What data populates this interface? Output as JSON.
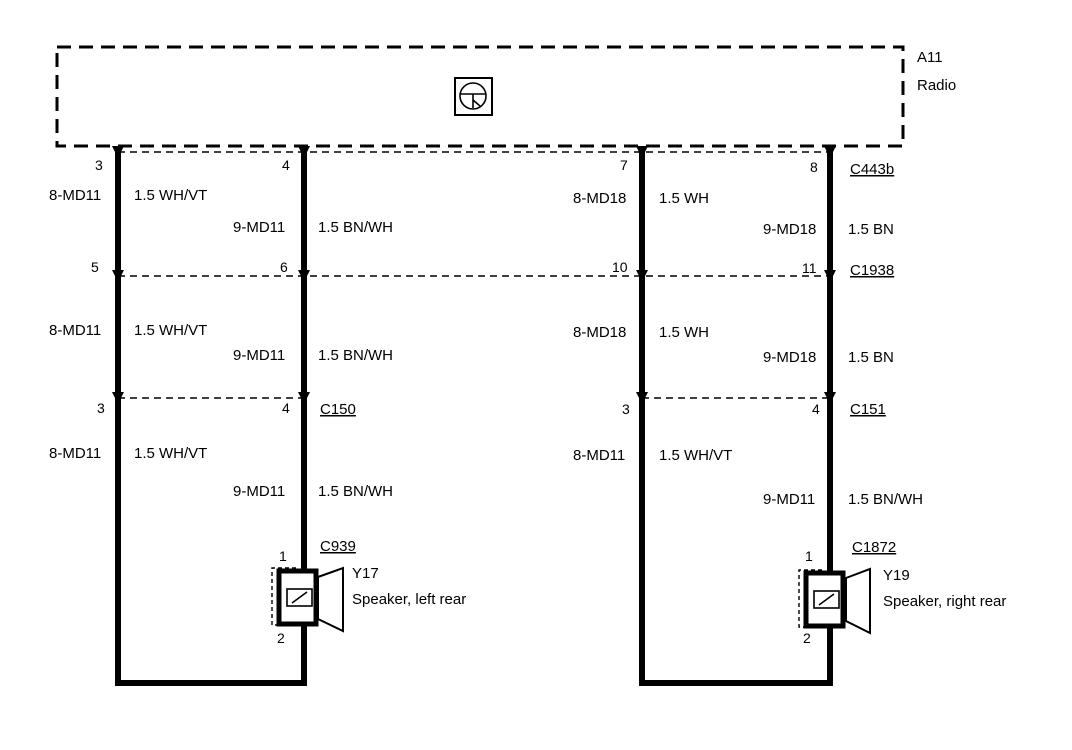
{
  "module": {
    "id": "A11",
    "name": "Radio"
  },
  "connectors": {
    "radio_connector": "C443b",
    "inline_connector": "C1938",
    "left_connector": "C150",
    "right_connector": "C151",
    "left_speaker_connector": "C939",
    "right_speaker_connector": "C1872"
  },
  "left_circuit": {
    "radio_pins": [
      "3",
      "4"
    ],
    "inline_pins": [
      "5",
      "6"
    ],
    "lower_pins": [
      "3",
      "4"
    ],
    "speaker_pins": [
      "1",
      "2"
    ],
    "segment1": {
      "wire_a": "8-MD11",
      "color_a": "1.5 WH/VT",
      "wire_b": "9-MD11",
      "color_b": "1.5 BN/WH"
    },
    "segment2": {
      "wire_a": "8-MD11",
      "color_a": "1.5 WH/VT",
      "wire_b": "9-MD11",
      "color_b": "1.5 BN/WH"
    },
    "segment3": {
      "wire_a": "8-MD11",
      "color_a": "1.5 WH/VT",
      "wire_b": "9-MD11",
      "color_b": "1.5 BN/WH"
    },
    "speaker": {
      "id": "Y17",
      "name": "Speaker, left rear"
    }
  },
  "right_circuit": {
    "radio_pins": [
      "7",
      "8"
    ],
    "inline_pins": [
      "10",
      "11"
    ],
    "lower_pins": [
      "3",
      "4"
    ],
    "speaker_pins": [
      "1",
      "2"
    ],
    "segment1": {
      "wire_a": "8-MD18",
      "color_a": "1.5 WH",
      "wire_b": "9-MD18",
      "color_b": "1.5 BN"
    },
    "segment2": {
      "wire_a": "8-MD18",
      "color_a": "1.5 WH",
      "wire_b": "9-MD18",
      "color_b": "1.5 BN"
    },
    "segment3": {
      "wire_a": "8-MD11",
      "color_a": "1.5 WH/VT",
      "wire_b": "9-MD11",
      "color_b": "1.5 BN/WH"
    },
    "speaker": {
      "id": "Y19",
      "name": "Speaker, right rear"
    }
  }
}
